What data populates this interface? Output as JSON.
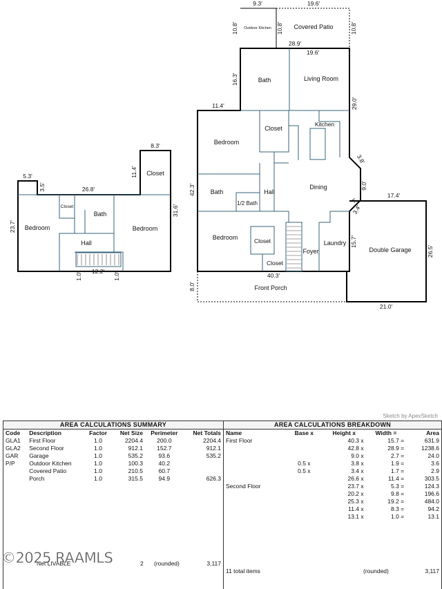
{
  "plan": {
    "left_plan": {
      "rooms": [
        "Bedroom",
        "Closet",
        "Bath",
        "Bedroom",
        "Hall",
        "Closet"
      ],
      "dimensions": [
        "5.3'",
        "3.5'",
        "26.8'",
        "8.3'",
        "11.4'",
        "31.6'",
        "23.7'",
        "12.2'",
        "1.0'",
        "1.0'"
      ]
    },
    "right_plan": {
      "rooms": [
        "Outdoor Kitchen",
        "Covered Patio",
        "Bath",
        "Living Room",
        "Closet",
        "Kitchen",
        "Bedroom",
        "Bath",
        "Hall",
        "Dining",
        "1/2 Bath",
        "Bedroom",
        "Closet",
        "Closet",
        "Foyer",
        "Laundry",
        "Double Garage",
        "Front Porch"
      ],
      "dimensions": [
        "9.3'",
        "19.6'",
        "10.8'",
        "10.8'",
        "10.8'",
        "28.9'",
        "19.6'",
        "16.3'",
        "11.4'",
        "29.0'",
        "3.8'",
        "42.3'",
        "9.0'",
        "7'",
        "3.4'",
        "17.4'",
        "15.7'",
        "26.5'",
        "40.3'",
        "8.0'",
        "21.0'"
      ]
    }
  },
  "credit": "Sketch by ApexSketch",
  "summary": {
    "title": "AREA CALCULATIONS SUMMARY",
    "headers": [
      "Code",
      "Description",
      "Factor",
      "Net Size",
      "Perimeter",
      "Net Totals"
    ],
    "rows": [
      [
        "GLA1",
        "First Floor",
        "1.0",
        "2204.4",
        "200.0",
        "2204.4"
      ],
      [
        "GLA2",
        "Second Floor",
        "1.0",
        "912.1",
        "152.7",
        "912.1"
      ],
      [
        "GAR",
        "Garage",
        "1.0",
        "535.2",
        "93.6",
        "535.2"
      ],
      [
        "P/P",
        "Outdoor Kitchen",
        "1.0",
        "100.3",
        "40.2",
        ""
      ],
      [
        "",
        "Covered Patio",
        "1.0",
        "210.5",
        "60.7",
        ""
      ],
      [
        "",
        "Porch",
        "1.0",
        "315.5",
        "94.9",
        "626.3"
      ]
    ],
    "footer": {
      "label": "Net LIVABLE",
      "count": "2",
      "rounded": "(rounded)",
      "total": "3,117"
    }
  },
  "breakdown": {
    "title": "AREA CALCULATIONS BREAKDOWN",
    "headers": [
      "Name",
      "Base x",
      "Height x",
      "Width =",
      "Area"
    ],
    "rows": [
      [
        "First Floor",
        "",
        "40.3",
        "15.7",
        "631.9"
      ],
      [
        "",
        "",
        "42.8",
        "28.9",
        "1238.6"
      ],
      [
        "",
        "",
        "9.0",
        "2.7",
        "24.0"
      ],
      [
        "",
        "0.5",
        "3.8",
        "1.9",
        "3.6"
      ],
      [
        "",
        "0.5",
        "3.4",
        "1.7",
        "2.9"
      ],
      [
        "",
        "",
        "26.6",
        "11.4",
        "303.5"
      ],
      [
        "Second Floor",
        "",
        "23.7",
        "5.3",
        "124.3"
      ],
      [
        "",
        "",
        "20.2",
        "9.8",
        "196.6"
      ],
      [
        "",
        "",
        "25.3",
        "19.2",
        "484.0"
      ],
      [
        "",
        "",
        "11.4",
        "8.3",
        "94.2"
      ],
      [
        "",
        "",
        "13.1",
        "1.0",
        "13.1"
      ]
    ],
    "footer": {
      "items": "11 total items",
      "rounded": "(rounded)",
      "total": "3,117"
    }
  },
  "watermark": "©2025 RAAMLS"
}
